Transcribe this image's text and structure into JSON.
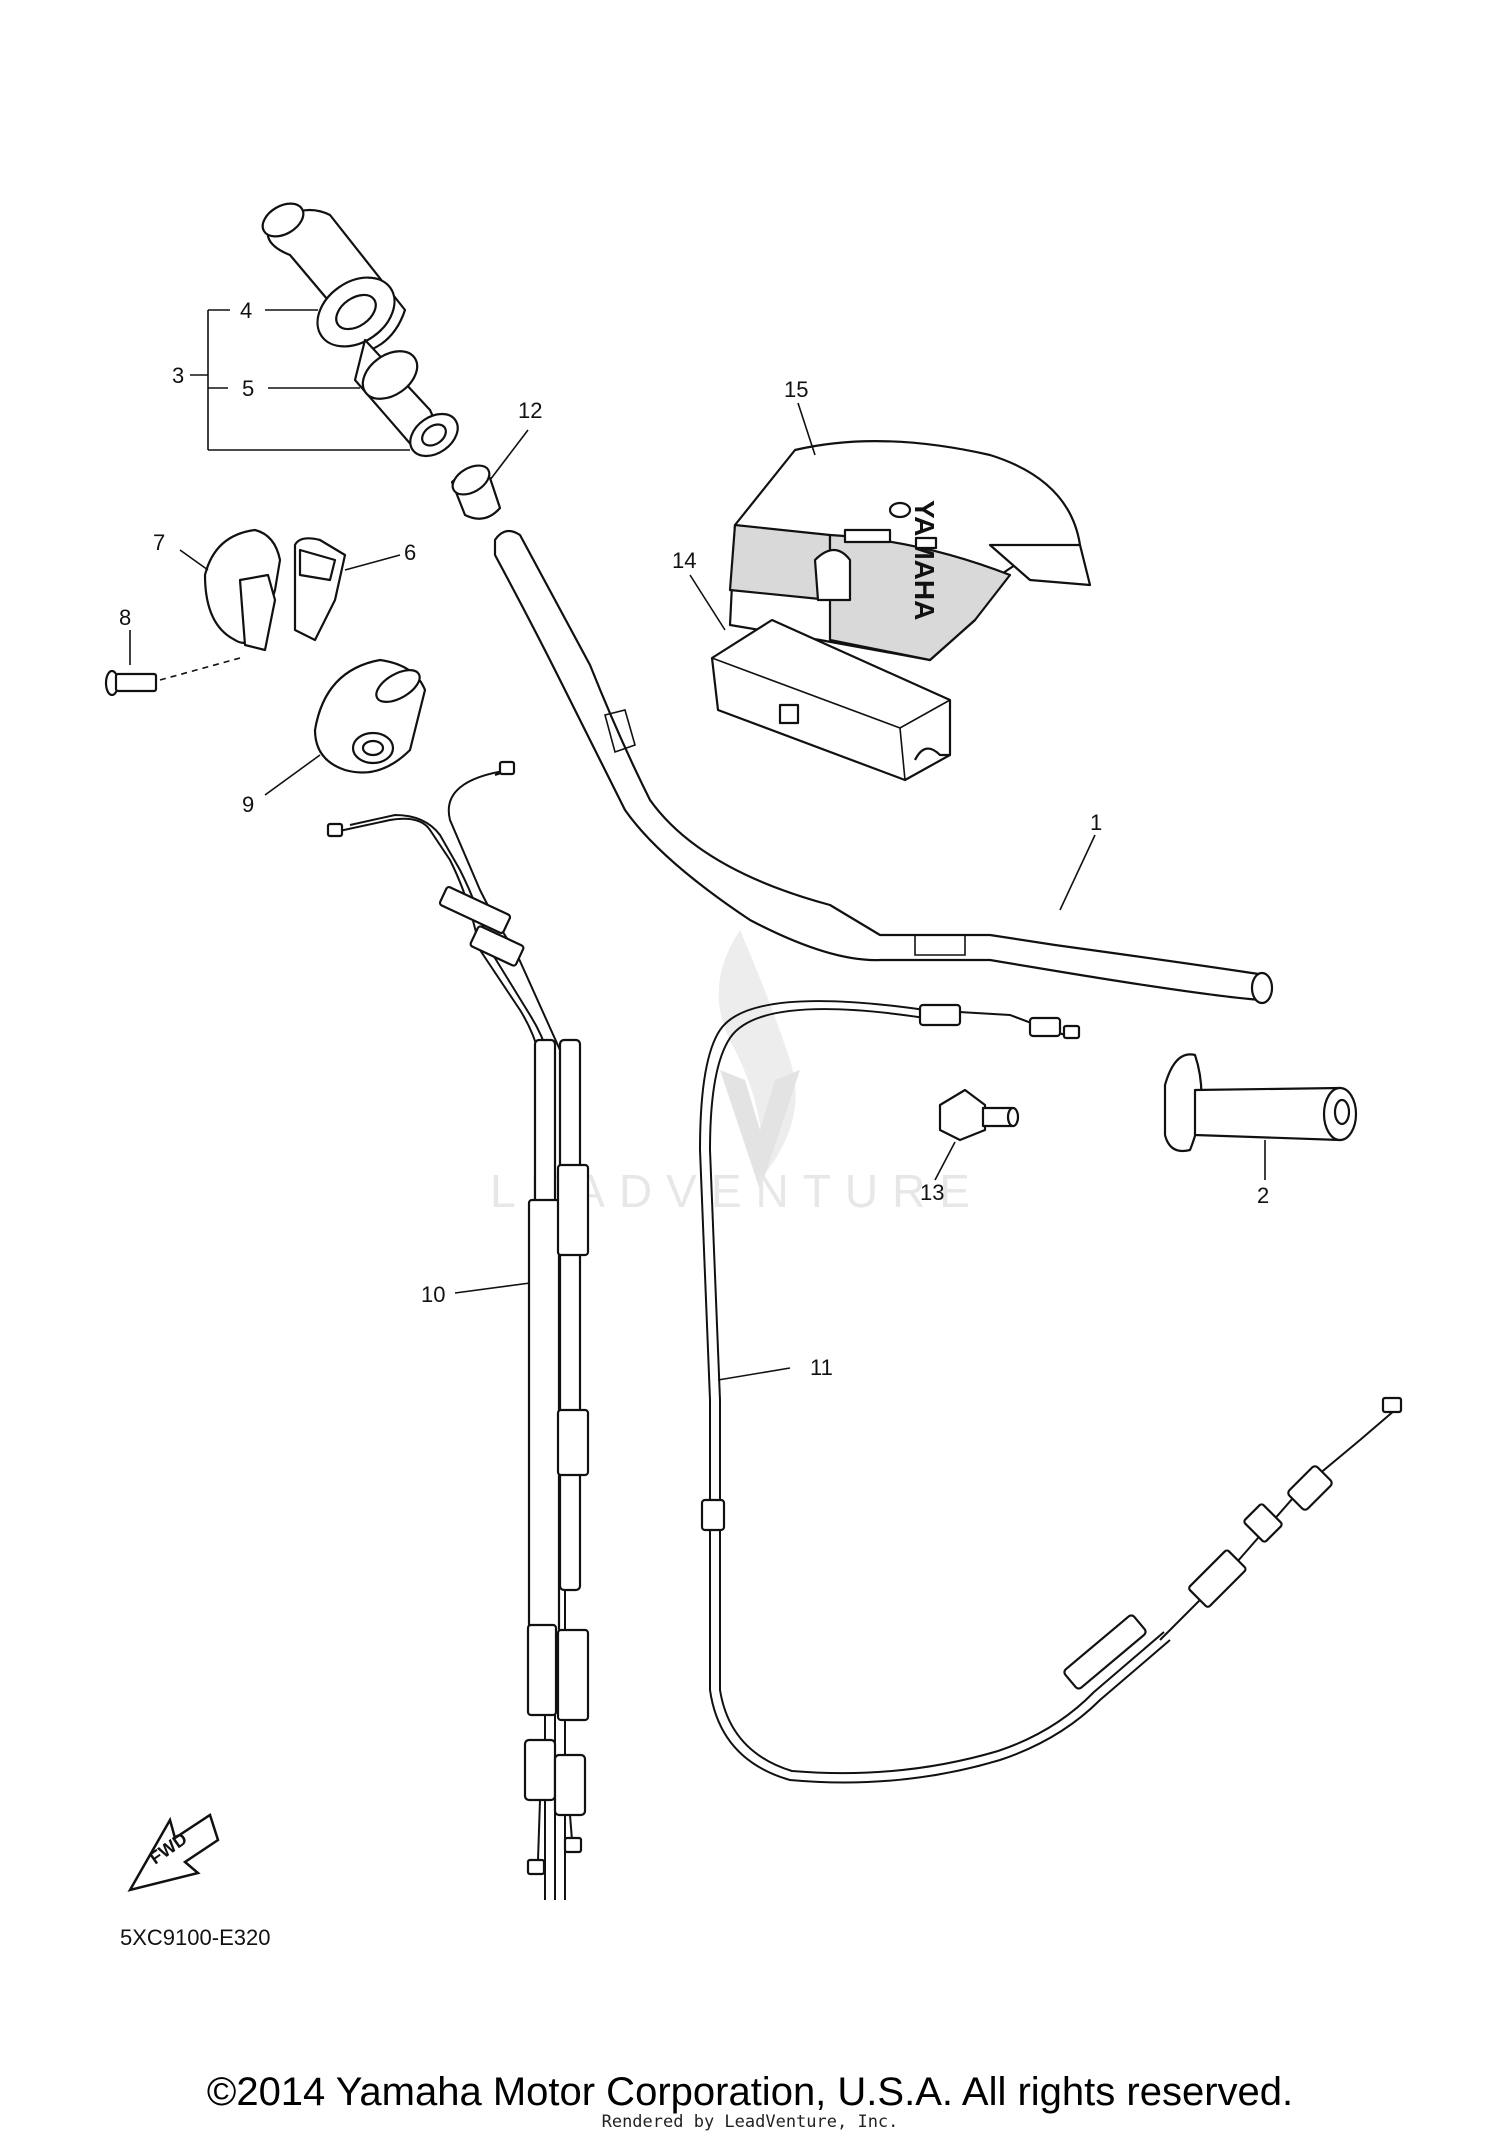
{
  "diagram": {
    "code": "5XC9100-E320",
    "copyright": "©2014 Yamaha Motor Corporation, U.S.A. All rights reserved.",
    "rendered_by": "Rendered by LeadVenture, Inc.",
    "watermark": "LEADVENTURE",
    "fwd_label": "FWD",
    "cover_brand": "YAMAHA"
  },
  "callouts": {
    "c1": "1",
    "c2": "2",
    "c3": "3",
    "c4": "4",
    "c5": "5",
    "c6": "6",
    "c7": "7",
    "c8": "8",
    "c9": "9",
    "c10": "10",
    "c11": "11",
    "c12": "12",
    "c13": "13",
    "c14": "14",
    "c15": "15"
  }
}
